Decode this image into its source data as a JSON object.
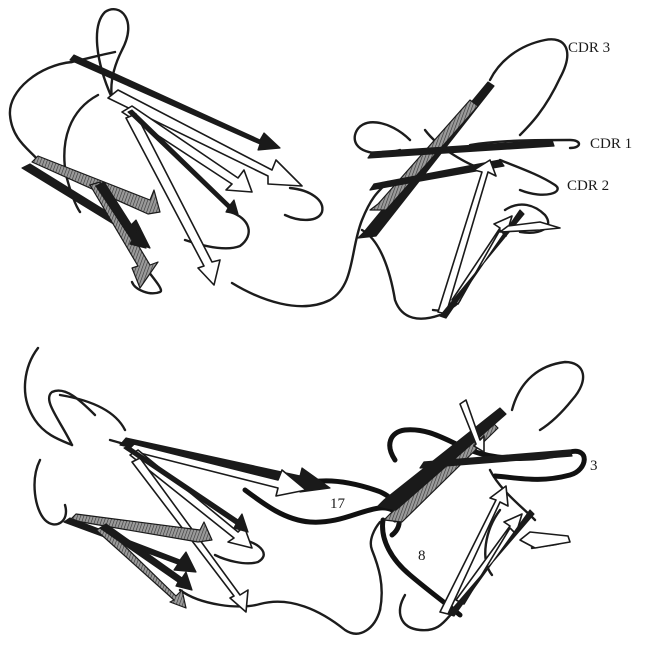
{
  "labels": {
    "cdr3": "CDR 3",
    "cdr1": "CDR 1",
    "cdr2": "CDR 2",
    "loop3": "3",
    "loop17": "17",
    "loop8": "8"
  },
  "colors": {
    "strand_dark": "#1a1a1a",
    "strand_light": "#ffffff",
    "loop_highlight": "#111111",
    "background": "#ffffff"
  }
}
